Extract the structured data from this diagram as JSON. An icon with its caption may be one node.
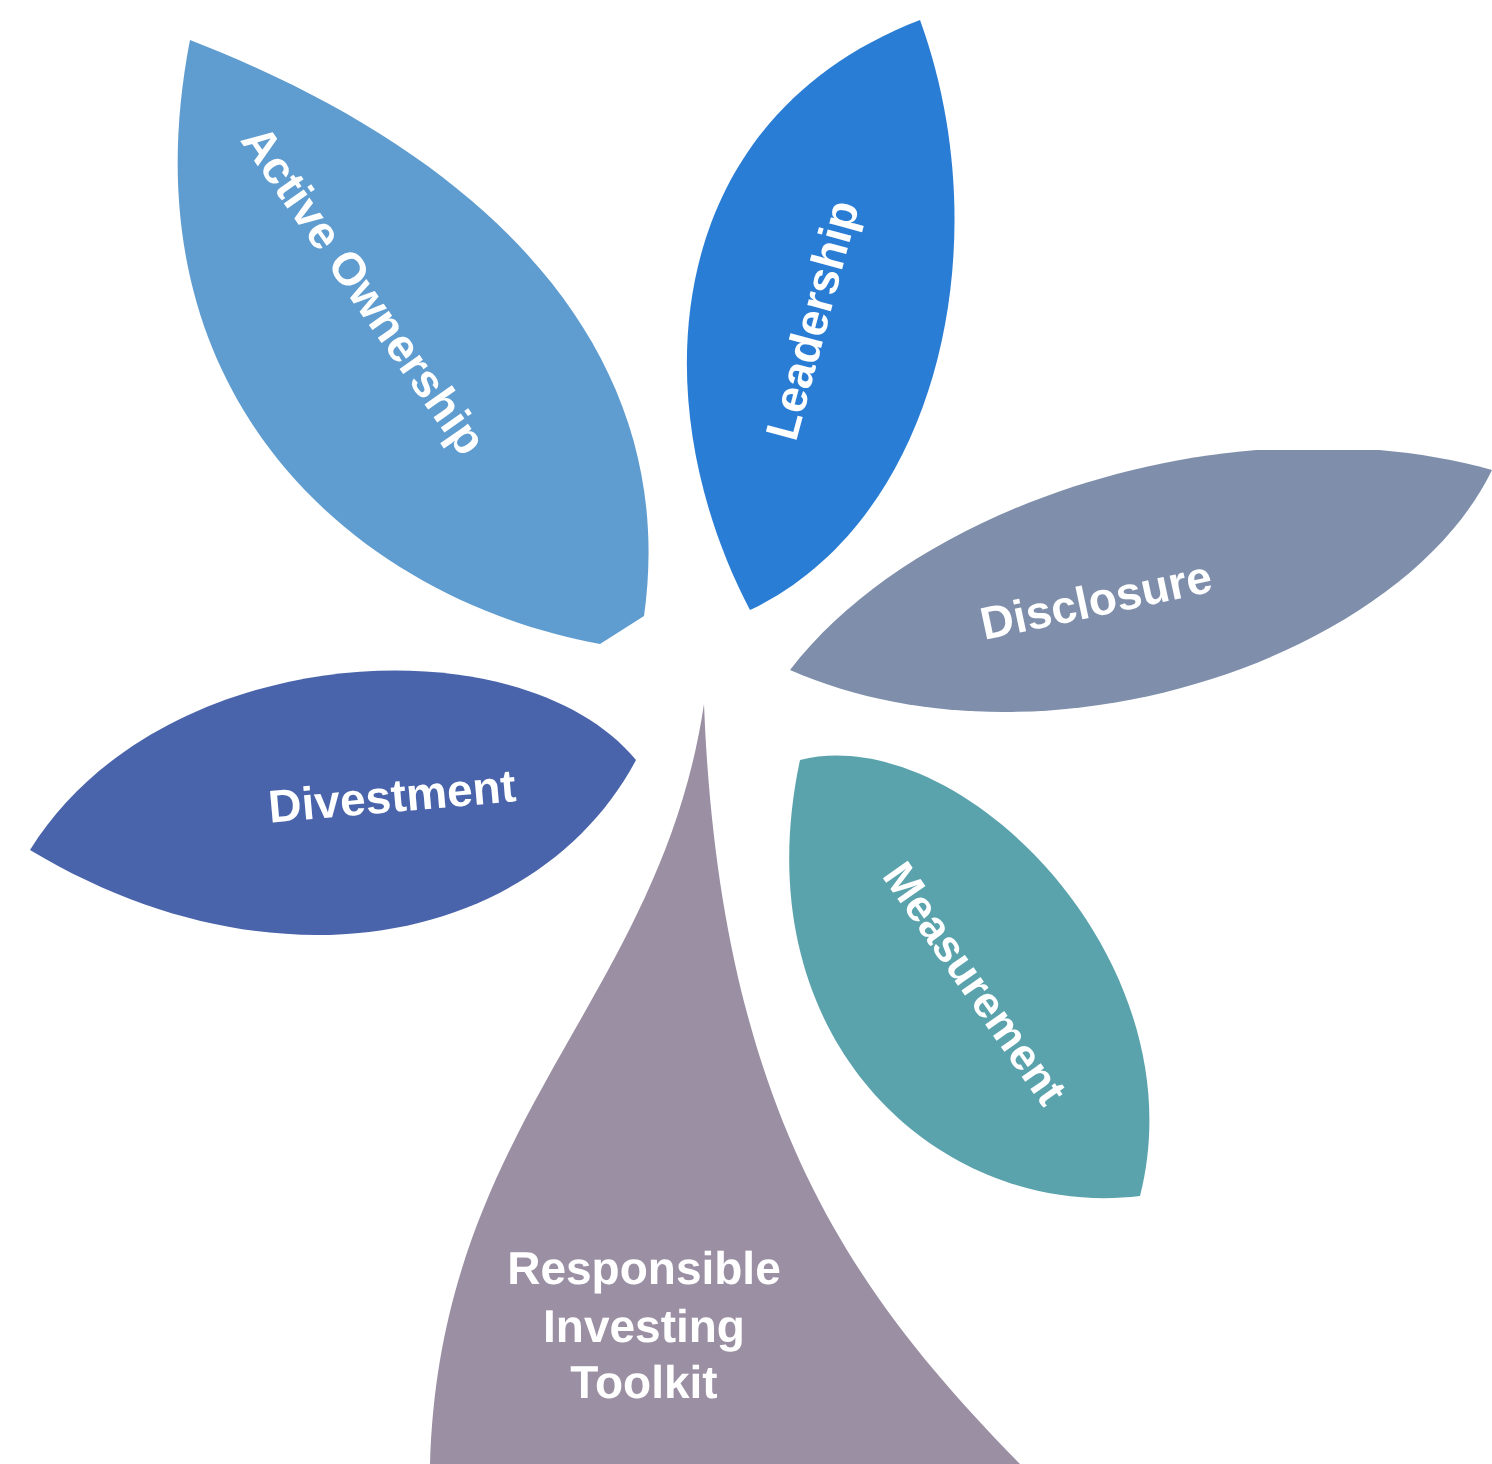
{
  "diagram": {
    "nodes": [
      {
        "text": [
          "Active Ownership"
        ]
      },
      {
        "text": [
          "Leadership"
        ]
      },
      {
        "text": [
          "Disclosure"
        ]
      },
      {
        "text": [
          "Divestment"
        ]
      },
      {
        "text": [
          "Measurement"
        ]
      },
      {
        "text": [
          "Responsible Investing Toolkit"
        ]
      }
    ]
  }
}
